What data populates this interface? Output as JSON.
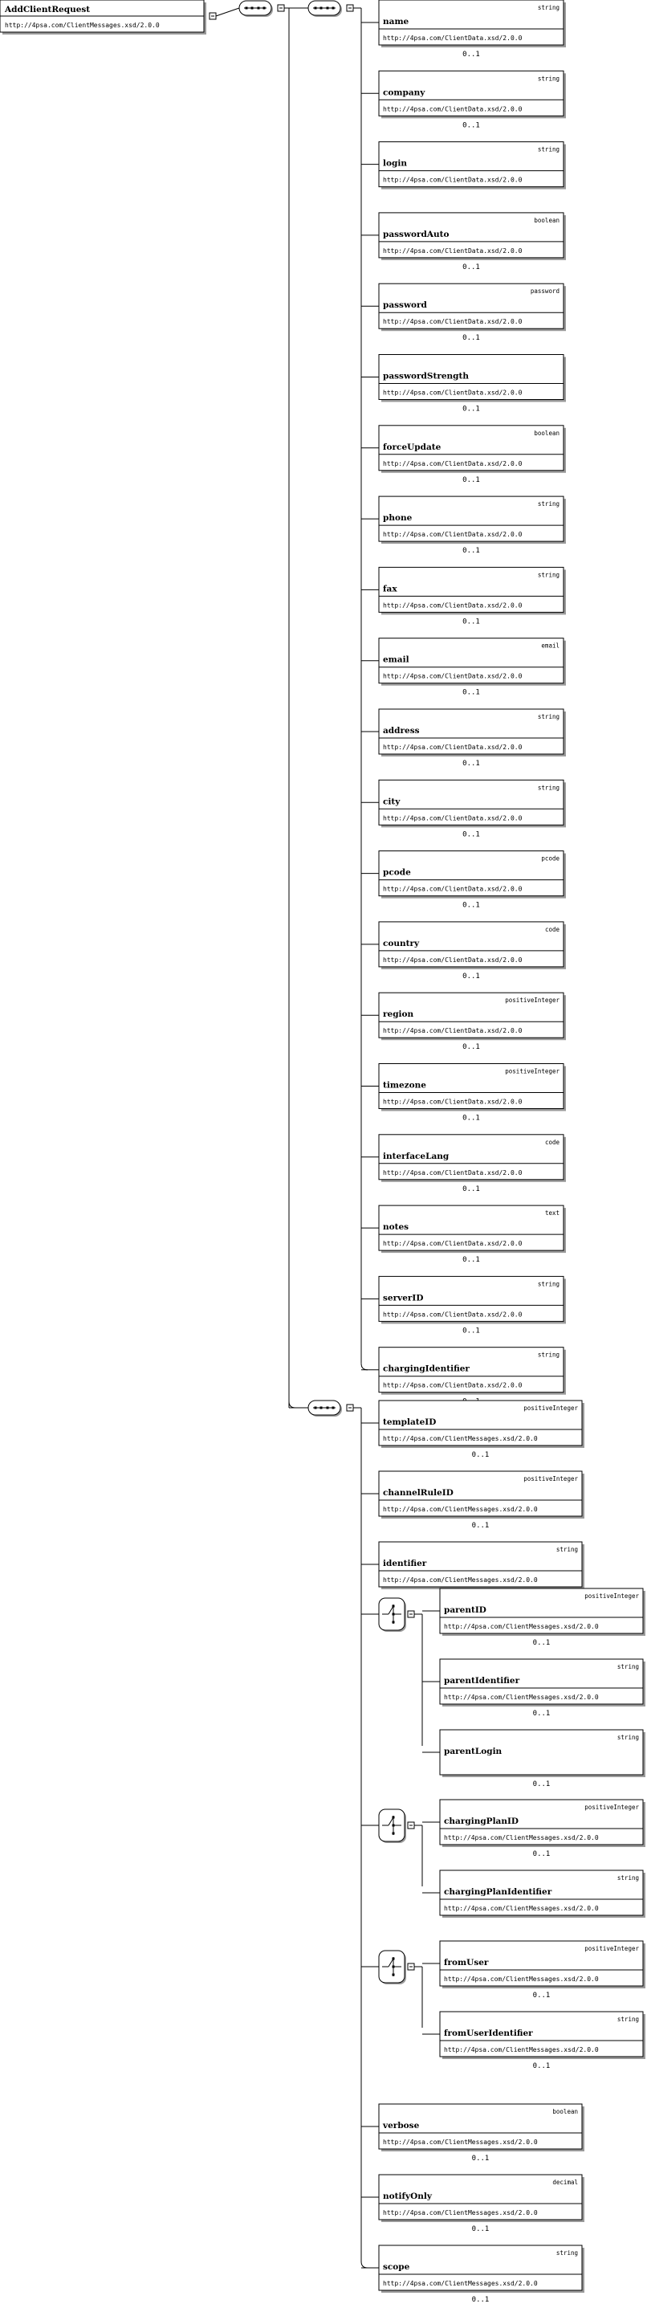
{
  "root": {
    "name": "AddClientRequest",
    "ns": "http://4psa.com/ClientMessages.xsd/2.0.0"
  },
  "groups": [
    {
      "elements": [
        {
          "name": "name",
          "type": "string",
          "ns": "http://4psa.com/ClientData.xsd/2.0.0",
          "card": "0..1"
        },
        {
          "name": "company",
          "type": "string",
          "ns": "http://4psa.com/ClientData.xsd/2.0.0",
          "card": "0..1"
        },
        {
          "name": "login",
          "type": "string",
          "ns": "http://4psa.com/ClientData.xsd/2.0.0",
          "card": ""
        },
        {
          "name": "passwordAuto",
          "type": "boolean",
          "ns": "http://4psa.com/ClientData.xsd/2.0.0",
          "card": "0..1"
        },
        {
          "name": "password",
          "type": "password",
          "ns": "http://4psa.com/ClientData.xsd/2.0.0",
          "card": "0..1"
        },
        {
          "name": "passwordStrength",
          "type": "",
          "ns": "http://4psa.com/ClientData.xsd/2.0.0",
          "card": "0..1"
        },
        {
          "name": "forceUpdate",
          "type": "boolean",
          "ns": "http://4psa.com/ClientData.xsd/2.0.0",
          "card": "0..1"
        },
        {
          "name": "phone",
          "type": "string",
          "ns": "http://4psa.com/ClientData.xsd/2.0.0",
          "card": "0..1"
        },
        {
          "name": "fax",
          "type": "string",
          "ns": "http://4psa.com/ClientData.xsd/2.0.0",
          "card": "0..1"
        },
        {
          "name": "email",
          "type": "email",
          "ns": "http://4psa.com/ClientData.xsd/2.0.0",
          "card": "0..1"
        },
        {
          "name": "address",
          "type": "string",
          "ns": "http://4psa.com/ClientData.xsd/2.0.0",
          "card": "0..1"
        },
        {
          "name": "city",
          "type": "string",
          "ns": "http://4psa.com/ClientData.xsd/2.0.0",
          "card": "0..1"
        },
        {
          "name": "pcode",
          "type": "pcode",
          "ns": "http://4psa.com/ClientData.xsd/2.0.0",
          "card": "0..1"
        },
        {
          "name": "country",
          "type": "code",
          "ns": "http://4psa.com/ClientData.xsd/2.0.0",
          "card": "0..1"
        },
        {
          "name": "region",
          "type": "positiveInteger",
          "ns": "http://4psa.com/ClientData.xsd/2.0.0",
          "card": "0..1"
        },
        {
          "name": "timezone",
          "type": "positiveInteger",
          "ns": "http://4psa.com/ClientData.xsd/2.0.0",
          "card": "0..1"
        },
        {
          "name": "interfaceLang",
          "type": "code",
          "ns": "http://4psa.com/ClientData.xsd/2.0.0",
          "card": "0..1"
        },
        {
          "name": "notes",
          "type": "text",
          "ns": "http://4psa.com/ClientData.xsd/2.0.0",
          "card": "0..1"
        },
        {
          "name": "serverID",
          "type": "string",
          "ns": "http://4psa.com/ClientData.xsd/2.0.0",
          "card": "0..1"
        },
        {
          "name": "chargingIdentifier",
          "type": "string",
          "ns": "http://4psa.com/ClientData.xsd/2.0.0",
          "card": "0..1"
        }
      ]
    },
    {
      "elements": [
        {
          "name": "templateID",
          "type": "positiveInteger",
          "ns": "http://4psa.com/ClientMessages.xsd/2.0.0",
          "card": "0..1"
        },
        {
          "name": "channelRuleID",
          "type": "positiveInteger",
          "ns": "http://4psa.com/ClientMessages.xsd/2.0.0",
          "card": "0..1"
        },
        {
          "name": "identifier",
          "type": "string",
          "ns": "http://4psa.com/ClientMessages.xsd/2.0.0",
          "card": "0..1"
        }
      ],
      "choices": [
        {
          "elements": [
            {
              "name": "parentID",
              "type": "positiveInteger",
              "ns": "http://4psa.com/ClientMessages.xsd/2.0.0",
              "card": "0..1"
            },
            {
              "name": "parentIdentifier",
              "type": "string",
              "ns": "http://4psa.com/ClientMessages.xsd/2.0.0",
              "card": "0..1"
            },
            {
              "name": "parentLogin",
              "type": "string",
              "ns": "",
              "card": "0..1"
            }
          ]
        },
        {
          "elements": [
            {
              "name": "chargingPlanID",
              "type": "positiveInteger",
              "ns": "http://4psa.com/ClientMessages.xsd/2.0.0",
              "card": "0..1"
            },
            {
              "name": "chargingPlanIdentifier",
              "type": "string",
              "ns": "http://4psa.com/ClientMessages.xsd/2.0.0",
              "card": ""
            }
          ]
        },
        {
          "elements": [
            {
              "name": "fromUser",
              "type": "positiveInteger",
              "ns": "http://4psa.com/ClientMessages.xsd/2.0.0",
              "card": "0..1"
            },
            {
              "name": "fromUserIdentifier",
              "type": "string",
              "ns": "http://4psa.com/ClientMessages.xsd/2.0.0",
              "card": "0..1"
            }
          ]
        }
      ],
      "tail": [
        {
          "name": "verbose",
          "type": "boolean",
          "ns": "http://4psa.com/ClientMessages.xsd/2.0.0",
          "card": "0..1"
        },
        {
          "name": "notifyOnly",
          "type": "decimal",
          "ns": "http://4psa.com/ClientMessages.xsd/2.0.0",
          "card": "0..1"
        },
        {
          "name": "scope",
          "type": "string",
          "ns": "http://4psa.com/ClientMessages.xsd/2.0.0",
          "card": "0..1"
        }
      ]
    }
  ]
}
